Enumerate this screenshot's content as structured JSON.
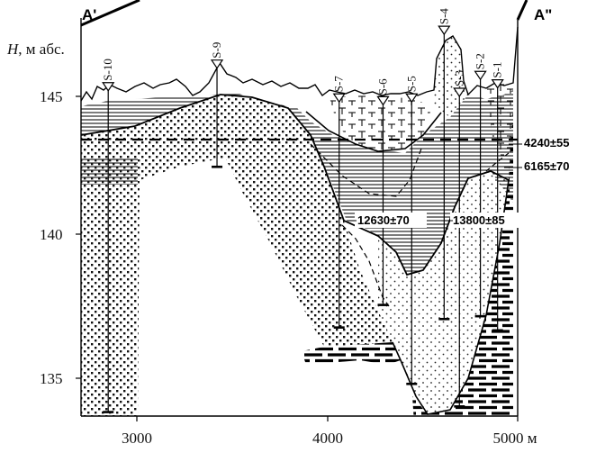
{
  "section": {
    "start_label": "A'",
    "end_label": "A\""
  },
  "axes": {
    "y_title_italic": "H",
    "y_title_rest": ", м абс.",
    "y_ticks": [
      "145",
      "140",
      "135"
    ],
    "x_ticks": [
      "3000",
      "4000",
      "5000 м"
    ]
  },
  "wells": [
    {
      "label": "S-10",
      "top": 145.2,
      "bottom": 133.8,
      "x": 2850
    },
    {
      "label": "S-9",
      "top": 146.0,
      "bottom": 142.5,
      "x": 3420
    },
    {
      "label": "S-7",
      "top": 144.8,
      "bottom": 136.8,
      "x": 4060
    },
    {
      "label": "S-6",
      "top": 144.7,
      "bottom": 137.6,
      "x": 4290
    },
    {
      "label": "S-5",
      "top": 144.8,
      "bottom": 134.8,
      "x": 4440
    },
    {
      "label": "S-4",
      "top": 147.2,
      "bottom": 137.1,
      "x": 4610
    },
    {
      "label": "S-3",
      "top": 145.0,
      "bottom": 134.0,
      "x": 4690
    },
    {
      "label": "S-2",
      "top": 145.6,
      "bottom": 137.2,
      "x": 4800
    },
    {
      "label": "S-1",
      "top": 145.3,
      "bottom": 136.7,
      "x": 4890
    }
  ],
  "dates": [
    {
      "text": "4240±55"
    },
    {
      "text": "6165±70"
    },
    {
      "text": "12630±70"
    },
    {
      "text": "13800±85"
    }
  ]
}
